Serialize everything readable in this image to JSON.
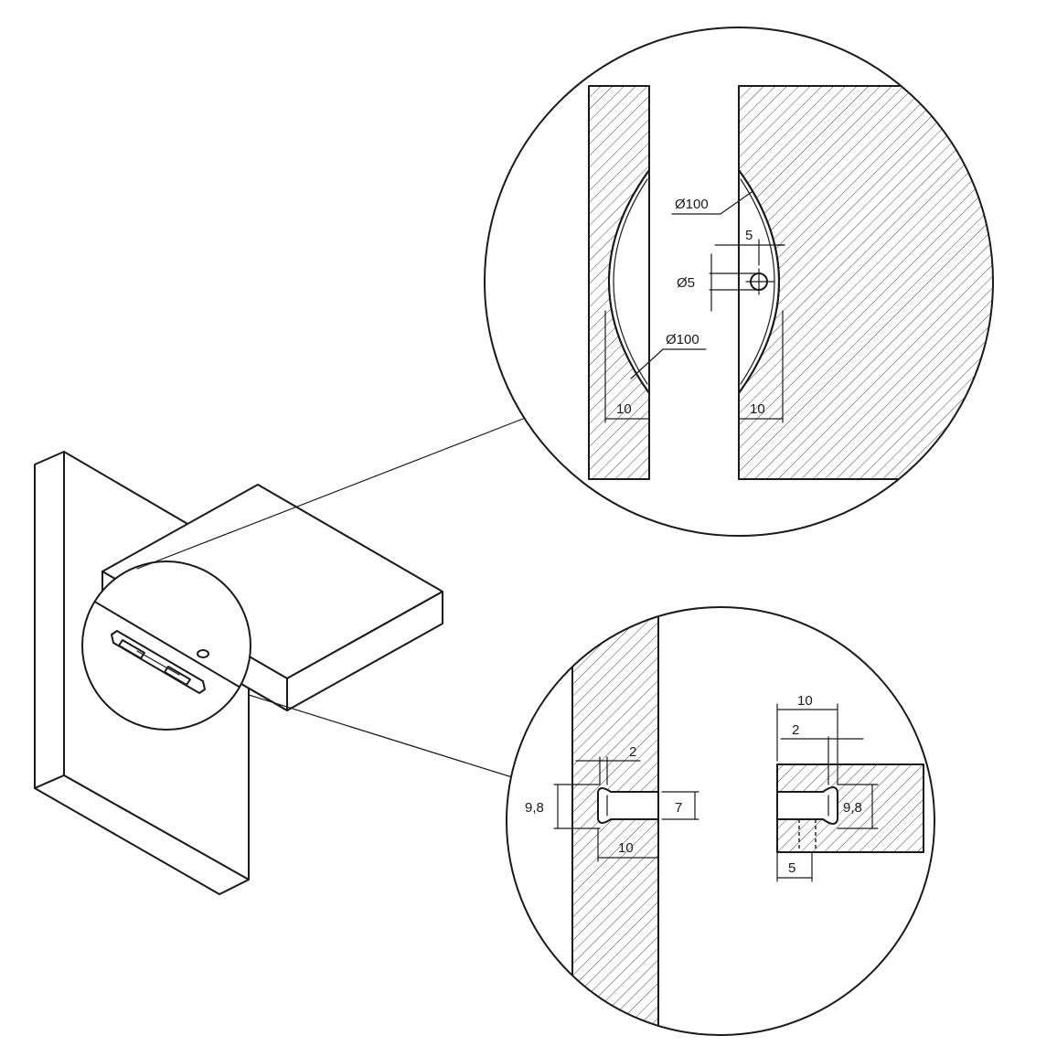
{
  "top_detail": {
    "diameter_left": "Ø100",
    "diameter_right": "Ø100",
    "hole_offset": "5",
    "hole_diameter": "Ø5",
    "depth_left": "10",
    "depth_right": "10"
  },
  "bottom_detail": {
    "left_flange": "2",
    "left_head_diameter": "9,8",
    "left_shank": "7",
    "left_depth": "10",
    "right_depth": "10",
    "right_flange": "2",
    "right_head_diameter": "9,8",
    "right_hole": "5"
  },
  "colors": {
    "line": "#1a1a1a",
    "background": "#ffffff"
  }
}
